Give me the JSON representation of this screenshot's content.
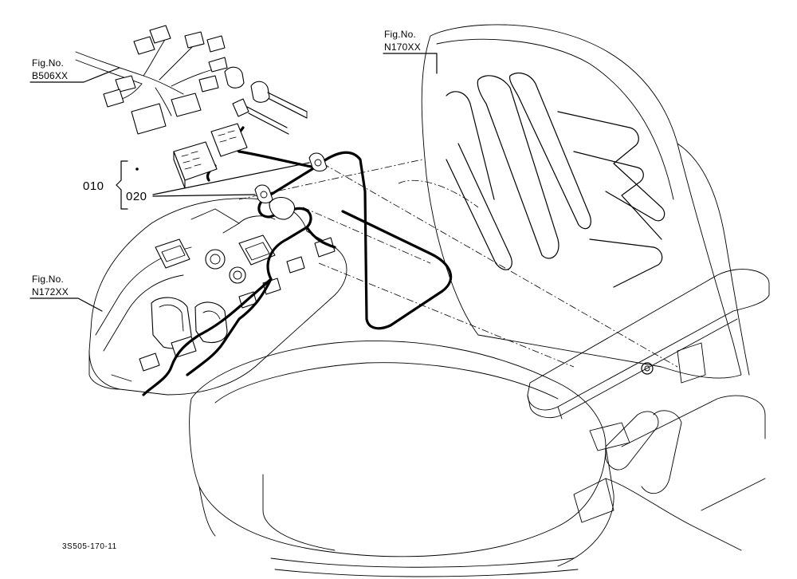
{
  "diagram": {
    "callouts": [
      {
        "id": "fig-b506",
        "line1": "Fig.No.",
        "line2": "B506XX"
      },
      {
        "id": "fig-n170",
        "line1": "Fig.No.",
        "line2": "N170XX"
      },
      {
        "id": "fig-n172",
        "line1": "Fig.No.",
        "line2": "N172XX"
      }
    ],
    "part_refs": {
      "ref_010": "010",
      "ref_020": "020"
    },
    "drawing_code": "3S505-170-11"
  }
}
